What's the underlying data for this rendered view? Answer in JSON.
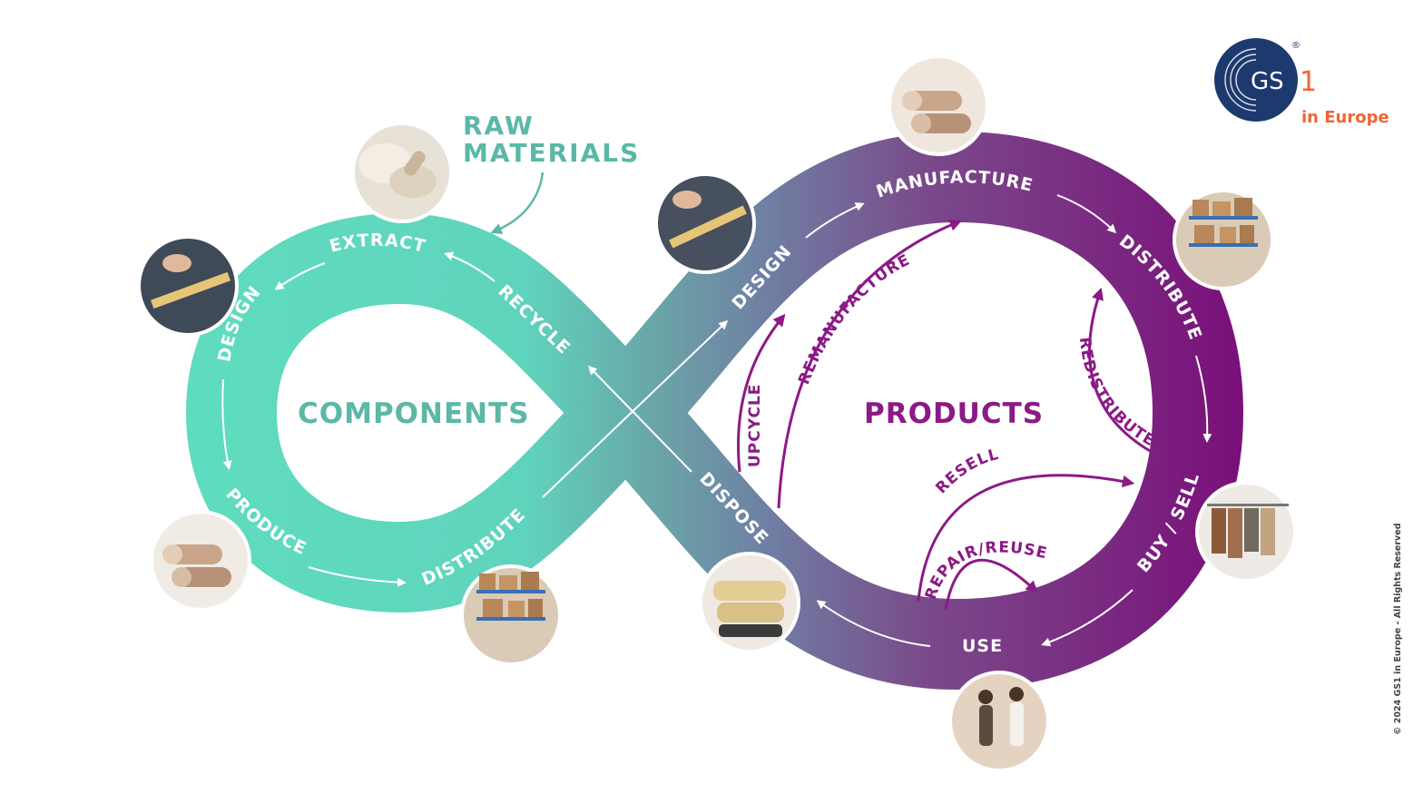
{
  "logo": {
    "brand": "GS1",
    "brand_prefix": "GS",
    "brand_suffix": "1",
    "region": "in Europe",
    "registered_mark": "®"
  },
  "copyright": "© 2024 GS1 in Europe - All Rights Reserved",
  "raw_materials": {
    "line1": "RAW",
    "line2": "MATERIALS"
  },
  "left_loop": {
    "center_label": "COMPONENTS",
    "steps": {
      "extract": "EXTRACT",
      "design": "DESIGN",
      "produce": "PRODUCE",
      "distribute": "DISTRIBUTE",
      "recycle": "RECYCLE"
    }
  },
  "right_loop": {
    "center_label": "PRODUCTS",
    "steps": {
      "design": "DESIGN",
      "manufacture": "MANUFACTURE",
      "distribute": "DISTRIBUTE",
      "buy_sell": "BUY / SELL",
      "use": "USE",
      "dispose": "DISPOSE"
    },
    "inner_loops": {
      "remanufacture": "REMANUFACTURE",
      "upcycle": "UPCYCLE",
      "redistribute": "REDISTRIBUTE",
      "resell": "RESELL",
      "repair_reuse": "REPAIR/REUSE"
    }
  },
  "colors": {
    "teal": "#5fdcbf",
    "teal_text": "#5bb8a6",
    "purple": "#7a0f7a",
    "purple_text": "#8b1a86",
    "slate": "#6f7fa3",
    "gs1_blue": "#1d3a6e",
    "gs1_orange": "#f26334"
  },
  "photos": [
    {
      "name": "raw-materials-photo",
      "icon": "cotton-yarn-icon"
    },
    {
      "name": "left-design-photo",
      "icon": "tailor-measure-icon"
    },
    {
      "name": "left-produce-photo",
      "icon": "fabric-rolls-icon"
    },
    {
      "name": "left-distribute-photo",
      "icon": "warehouse-shelves-icon"
    },
    {
      "name": "right-design-photo",
      "icon": "tailor-measure-icon"
    },
    {
      "name": "manufacture-photo",
      "icon": "fabric-rolls-icon"
    },
    {
      "name": "right-distribute-photo",
      "icon": "warehouse-shelves-icon"
    },
    {
      "name": "buy-sell-photo",
      "icon": "clothing-rack-icon"
    },
    {
      "name": "use-photo",
      "icon": "people-icon"
    },
    {
      "name": "dispose-photo",
      "icon": "cushions-icon"
    }
  ]
}
